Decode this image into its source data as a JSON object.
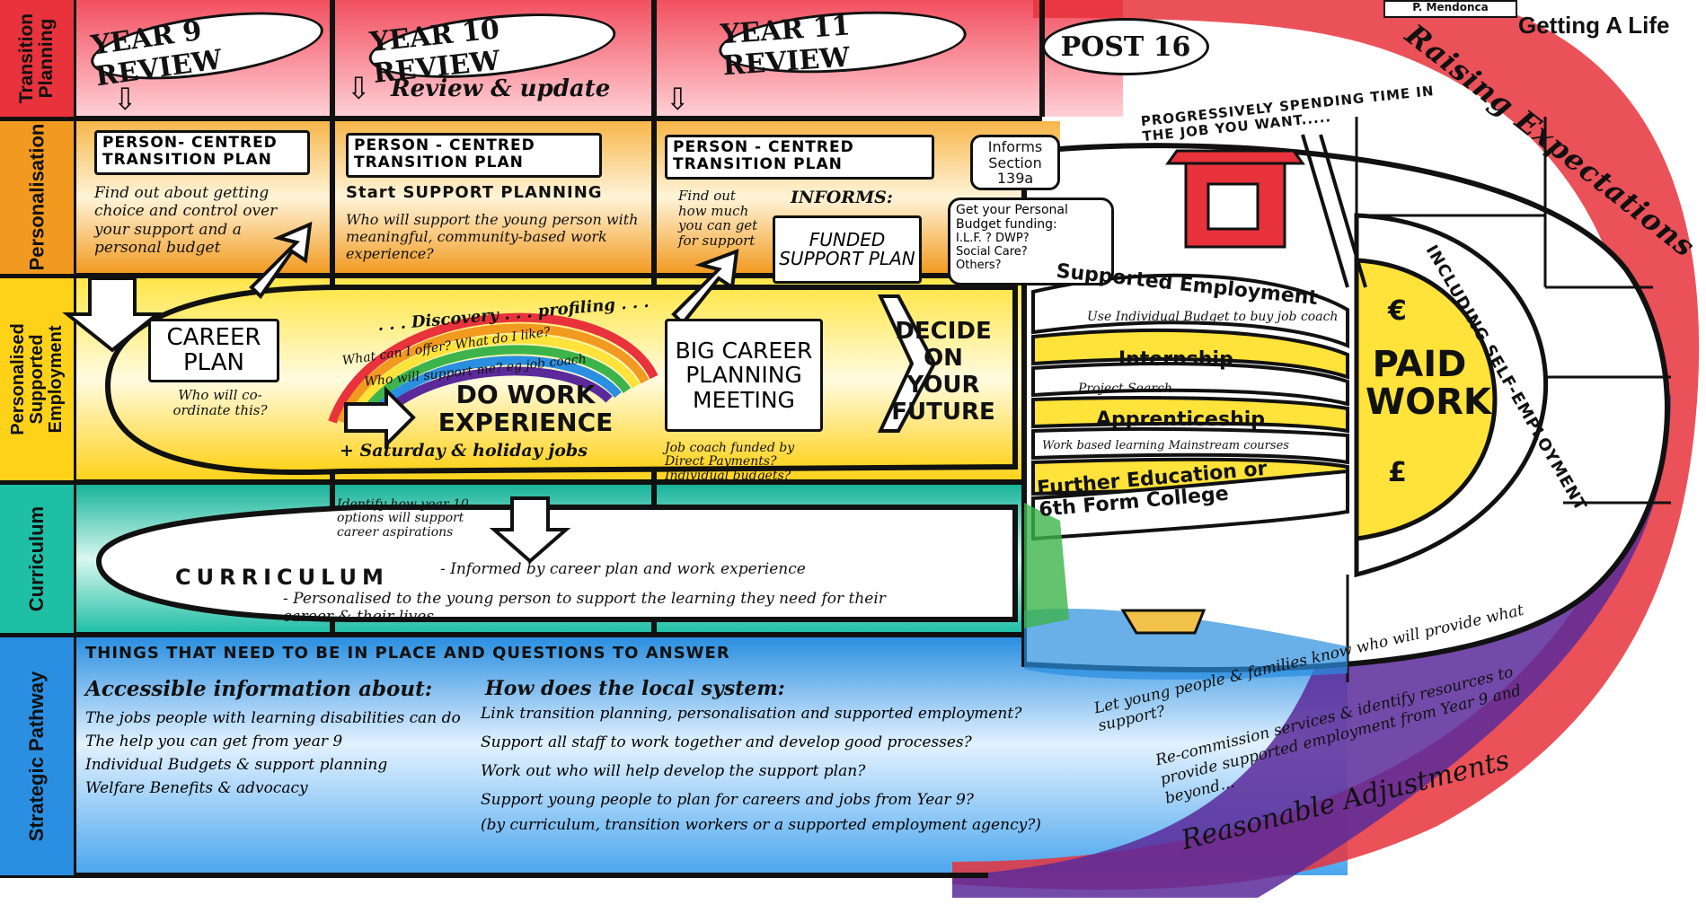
{
  "author": "P. Mendonca",
  "logo_text": "Getting A Life",
  "lanes": [
    "Transition Planning",
    "Personalisation",
    "Personalised Supported Employment",
    "Curriculum",
    "Strategic Pathway"
  ],
  "columns": [
    "YEAR 9 REVIEW",
    "YEAR 10 REVIEW",
    "YEAR 11 REVIEW",
    "POST 16"
  ],
  "review_update": "Review & update",
  "raising_expectations": "Raising Expectations",
  "reasonable_adjustments": "Reasonable Adjustments",
  "y9": {
    "pctp": "PERSON- CENTRED TRANSITION PLAN",
    "find_out": "Find out about getting choice and control over your support and a personal budget",
    "career_plan": "CAREER PLAN",
    "who_coordinate": "Who will co-ordinate this?"
  },
  "y10": {
    "pctp": "PERSON - CENTRED TRANSITION PLAN",
    "start_support": "Start SUPPORT PLANNING",
    "who_support": "Who will support the young person with meaningful, community-based work experience?",
    "discovery": ". . . Discovery . . . profiling . . .",
    "what_offer": "What can I offer? What do I like?",
    "who_will_support": "Who will support me? eg job coach",
    "do_work": "DO WORK EXPERIENCE",
    "saturday": "+ Saturday & holiday jobs",
    "identify": "Identify how year 10 options will support career aspirations"
  },
  "y11": {
    "pctp": "PERSON - CENTRED TRANSITION PLAN",
    "find_out_much": "Find out how much you can get for support",
    "informs": "INFORMS:",
    "funded": "FUNDED SUPPORT PLAN",
    "big_meeting": "BIG CAREER PLANNING MEETING",
    "job_coach": "Job coach funded by Direct Payments? Individual budgets?",
    "decide": "DECIDE ON YOUR FUTURE"
  },
  "post16": {
    "informs_section": "Informs Section 139a",
    "budget_funding": "Get your Personal Budget funding:",
    "budget_items": [
      "I.L.F. ? DWP?",
      "Social Care?",
      "Others?"
    ],
    "progressively": "PROGRESSIVELY SPENDING TIME IN THE JOB YOU WANT.....",
    "routes": [
      {
        "name": "Supported Employment",
        "note": "Use Individual Budget to buy job coach"
      },
      {
        "name": "Internship",
        "note": "Project Search"
      },
      {
        "name": "Apprenticeship",
        "note": "Work based learning  Mainstream courses"
      },
      {
        "name": "Further Education or 6th Form College",
        "note": ""
      }
    ],
    "paid_work": "PAID WORK",
    "self_employment": "INCLUDING SELF-EMPLOYMENT",
    "money_symbols": [
      "€",
      "£"
    ]
  },
  "curriculum": {
    "title": "CURRICULUM",
    "informed": "- Informed by career plan and work experience",
    "personalised": "- Personalised to the young person to support the learning they need for their career & their lives....."
  },
  "strategic": {
    "heading": "THINGS THAT NEED TO BE IN PLACE AND QUESTIONS TO ANSWER",
    "accessible_title": "Accessible information about:",
    "accessible_items": [
      "The jobs people with learning disabilities can do",
      "The help you can get from year 9",
      "Individual Budgets & support planning",
      "Welfare Benefits & advocacy"
    ],
    "local_title": "How does the local system:",
    "local_items": [
      "Link transition planning, personalisation and supported employment?",
      "Support all staff to work together and develop good processes?",
      "Work out who will help develop the support plan?",
      "Support young people to plan for careers and jobs from Year 9?",
      "(by curriculum, transition workers or a supported employment agency?)"
    ],
    "families": "Let young people & families know who will provide what support?",
    "recommission": "Re-commission services & identify resources to provide supported employment from Year 9 and beyond..."
  },
  "colors": {
    "red": "#e8323c",
    "orange": "#f29a1f",
    "yellow": "#ffe23a",
    "teal": "#1fbfa6",
    "blue": "#2a8fe0",
    "purple": "#5b2a9a",
    "ink": "#111111"
  }
}
